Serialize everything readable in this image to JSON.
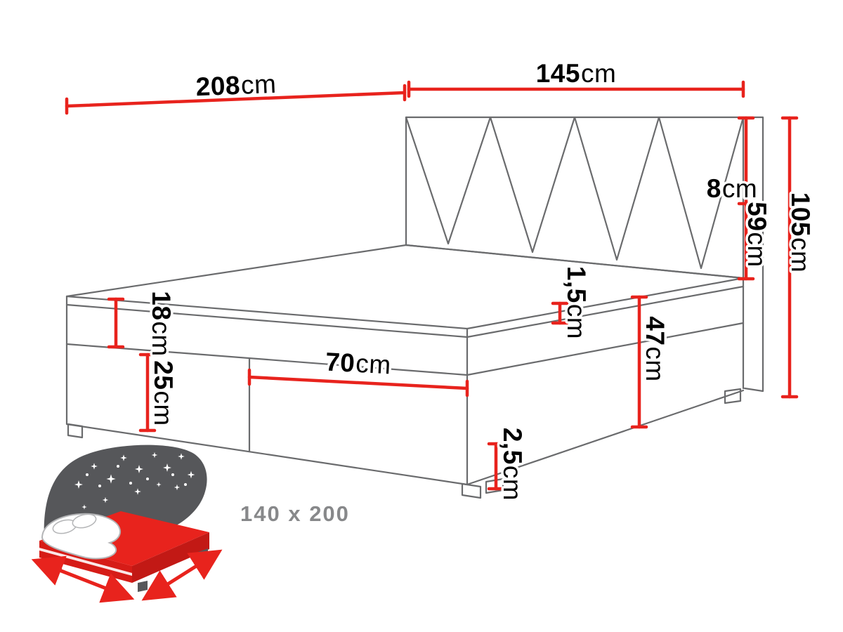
{
  "diagram": {
    "labels": {
      "length_top": {
        "value": "208",
        "unit": "cm"
      },
      "width_top": {
        "value": "145",
        "unit": "cm"
      },
      "headboard_thickness": {
        "value": "8",
        "unit": "cm"
      },
      "headboard_height": {
        "value": "59",
        "unit": "cm"
      },
      "total_height": {
        "value": "105",
        "unit": "cm"
      },
      "mattress_height": {
        "value": "18",
        "unit": "cm"
      },
      "base_height": {
        "value": "25",
        "unit": "cm"
      },
      "drawer_width": {
        "value": "70",
        "unit": "cm"
      },
      "piping_height": {
        "value": "1,5",
        "unit": "cm"
      },
      "side_height": {
        "value": "47",
        "unit": "cm"
      },
      "leg_height": {
        "value": "2,5",
        "unit": "cm"
      }
    },
    "size_caption": "140 x 200",
    "colors": {
      "dimension_red": "#e8231d",
      "outline_gray": "#6a6b6d",
      "label_black": "#000000",
      "caption_gray": "#87888a",
      "icon_dark_gray": "#56575a",
      "background": "#ffffff"
    }
  }
}
